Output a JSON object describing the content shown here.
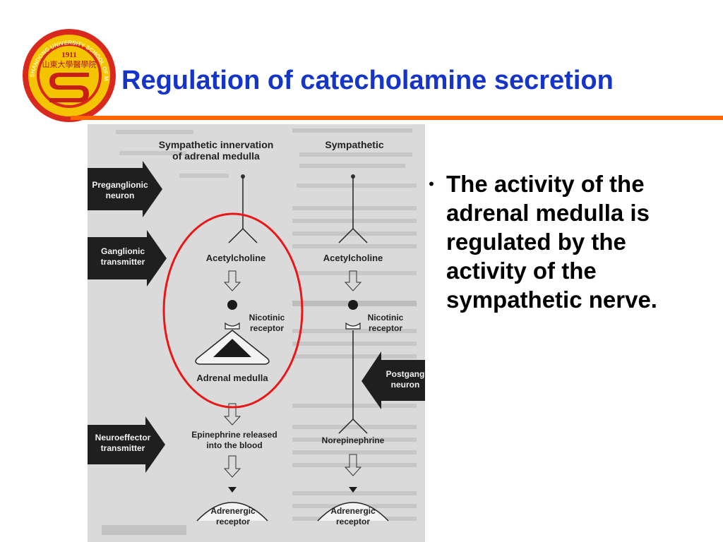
{
  "slide": {
    "title": "Regulation of  catecholamine secretion",
    "accent_color": "#ff6600",
    "title_color": "#1535c8"
  },
  "logo": {
    "year": "1911",
    "ring_text": "SHANDONG UNIVERSITY SCHOOL OF MEDICINE",
    "center_text": "山東大學醫學院",
    "ring_color": "#d9281d",
    "fill_color": "#f5c400"
  },
  "diagram": {
    "headers": {
      "left": [
        "Sympathetic innervation",
        "of adrenal medulla"
      ],
      "right": "Sympathetic"
    },
    "side_labels": {
      "preganglionic": [
        "Preganglionic",
        "neuron"
      ],
      "ganglionic": [
        "Ganglionic",
        "transmitter"
      ],
      "neuroeffector": [
        "Neuroeffector",
        "transmitter"
      ],
      "postganglionic": [
        "Postgang",
        "neuron"
      ]
    },
    "left_column": {
      "transmitter": "Acetylcholine",
      "receptor": [
        "Nicotinic",
        "receptor"
      ],
      "organ": "Adrenal medulla",
      "product": [
        "Epinephrine released",
        "into the blood"
      ],
      "target": [
        "Adrenergic",
        "receptor"
      ]
    },
    "right_column": {
      "transmitter": "Acetylcholine",
      "receptor": [
        "Nicotinic",
        "receptor"
      ],
      "product": "Norepinephrine",
      "target": [
        "Adrenergic",
        "receptor"
      ]
    },
    "highlight_color": "#e81818"
  },
  "bullets": [
    "The activity of the adrenal medulla is regulated by the activity of the sympathetic nerve."
  ]
}
